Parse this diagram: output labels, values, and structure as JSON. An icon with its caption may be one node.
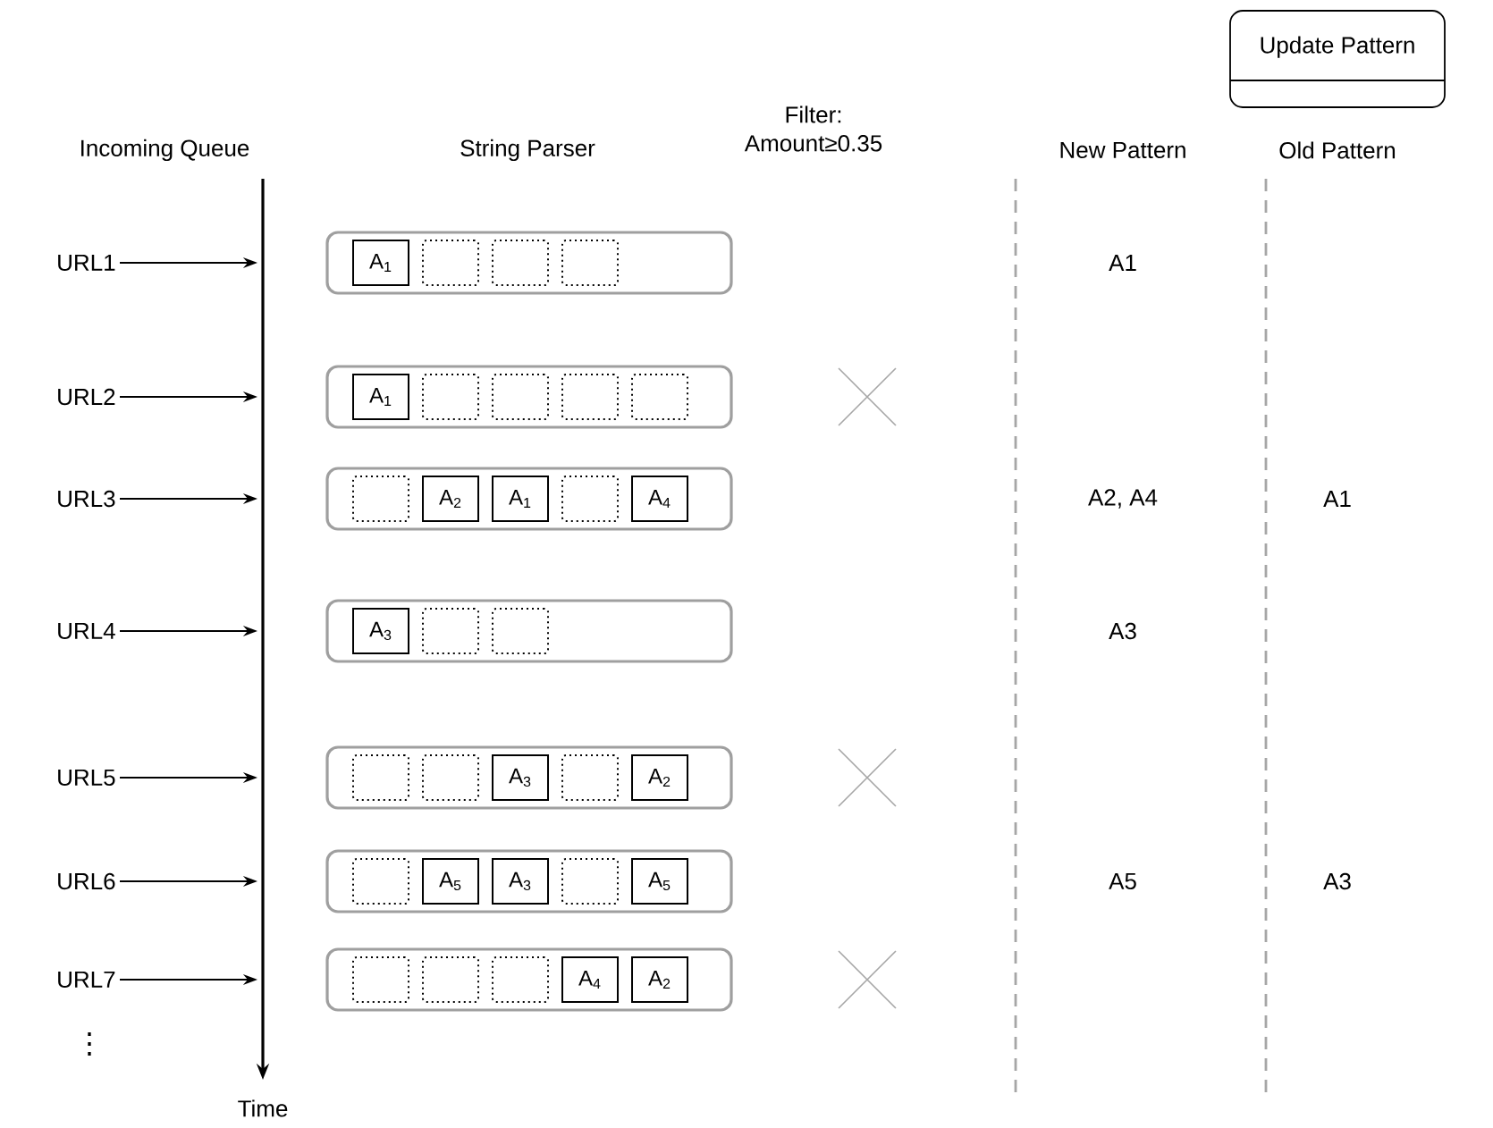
{
  "diagram": {
    "nodes": [
      {
        "text": [
          "URL1"
        ]
      },
      {
        "text": [],
        "shape": "box"
      },
      {
        "text": [
          "A$_{1}$"
        ],
        "in": 1
      },
      {
        "text": [],
        "shape": "box",
        "in": 1
      },
      {
        "text": [],
        "shape": "box",
        "in": 1
      },
      {
        "text": [],
        "shape": "box",
        "in": 1
      },
      {
        "text": [
          "URL2"
        ]
      },
      {
        "text": [],
        "shape": "box"
      },
      {
        "text": [
          "A$_{1}$"
        ],
        "in": 7
      },
      {
        "text": [],
        "shape": "box",
        "in": 7
      },
      {
        "text": [],
        "shape": "box",
        "in": 7
      },
      {
        "text": [],
        "shape": "box",
        "in": 7
      },
      {
        "text": [],
        "shape": "box",
        "in": 7
      },
      {
        "text": [
          "URL3"
        ]
      },
      {
        "text": [],
        "shape": "box"
      },
      {
        "text": [],
        "shape": "box",
        "in": 14
      },
      {
        "text": [
          "A$_{2}$"
        ],
        "in": 14
      },
      {
        "text": [
          "A$_{1}$"
        ],
        "in": 14
      },
      {
        "text": [],
        "shape": "box",
        "in": 14
      },
      {
        "text": [
          "A$_{4}$"
        ],
        "in": 14
      },
      {
        "text": [
          "URL4"
        ]
      },
      {
        "text": [],
        "shape": "box"
      },
      {
        "text": [
          "A$_{3}$"
        ],
        "in": 21
      },
      {
        "text": [],
        "shape": "box",
        "in": 21
      },
      {
        "text": [],
        "shape": "box",
        "in": 21
      },
      {
        "text": [
          "URL5"
        ]
      },
      {
        "text": [],
        "shape": "box"
      },
      {
        "text": [],
        "shape": "box",
        "in": 26
      },
      {
        "text": [],
        "shape": "box",
        "in": 26
      },
      {
        "text": [
          "A$_{3}$"
        ],
        "in": 26
      },
      {
        "text": [],
        "shape": "box",
        "in": 26
      },
      {
        "text": [
          "A$_{2}$"
        ],
        "in": 26
      },
      {
        "text": [
          "URL6"
        ]
      },
      {
        "text": [],
        "shape": "box"
      },
      {
        "text": [],
        "shape": "box",
        "in": 33
      },
      {
        "text": [
          "A$_{5}$"
        ],
        "in": 33
      },
      {
        "text": [
          "A$_{3}$"
        ],
        "in": 33
      },
      {
        "text": [],
        "shape": "box",
        "in": 33
      },
      {
        "text": [
          "A$_{5}$"
        ],
        "in": 33
      },
      {
        "text": [
          "URL7"
        ]
      },
      {
        "text": [],
        "shape": "box"
      },
      {
        "text": [],
        "shape": "box",
        "in": 40
      },
      {
        "text": [],
        "shape": "box",
        "in": 40
      },
      {
        "text": [],
        "shape": "box",
        "in": 40
      },
      {
        "text": [
          "A$_{4}$"
        ],
        "in": 40
      },
      {
        "text": [
          "A$_{2}$"
        ],
        "in": 40
      },
      {
        "text": [
          "Update Pattern"
        ]
      }
    ],
    "edges": [
      {
        "from": 0,
        "to": null,
        "arrow": "to"
      },
      {
        "from": 6,
        "to": null,
        "arrow": "to"
      },
      {
        "from": 13,
        "to": null,
        "arrow": "to"
      },
      {
        "from": 20,
        "to": null,
        "arrow": "to"
      },
      {
        "from": 25,
        "to": null,
        "arrow": "to"
      },
      {
        "from": 32,
        "to": null,
        "arrow": "to"
      },
      {
        "from": 39,
        "to": null,
        "arrow": "to"
      }
    ],
    "labels": [
      "Incoming Queue",
      "String Parser",
      "Filter: Amount≥0.35",
      "New Pattern",
      "Old Pattern",
      "A1",
      "A2, A4",
      "A1",
      "A3",
      "A5",
      "A3",
      "⋮",
      "Time"
    ]
  }
}
